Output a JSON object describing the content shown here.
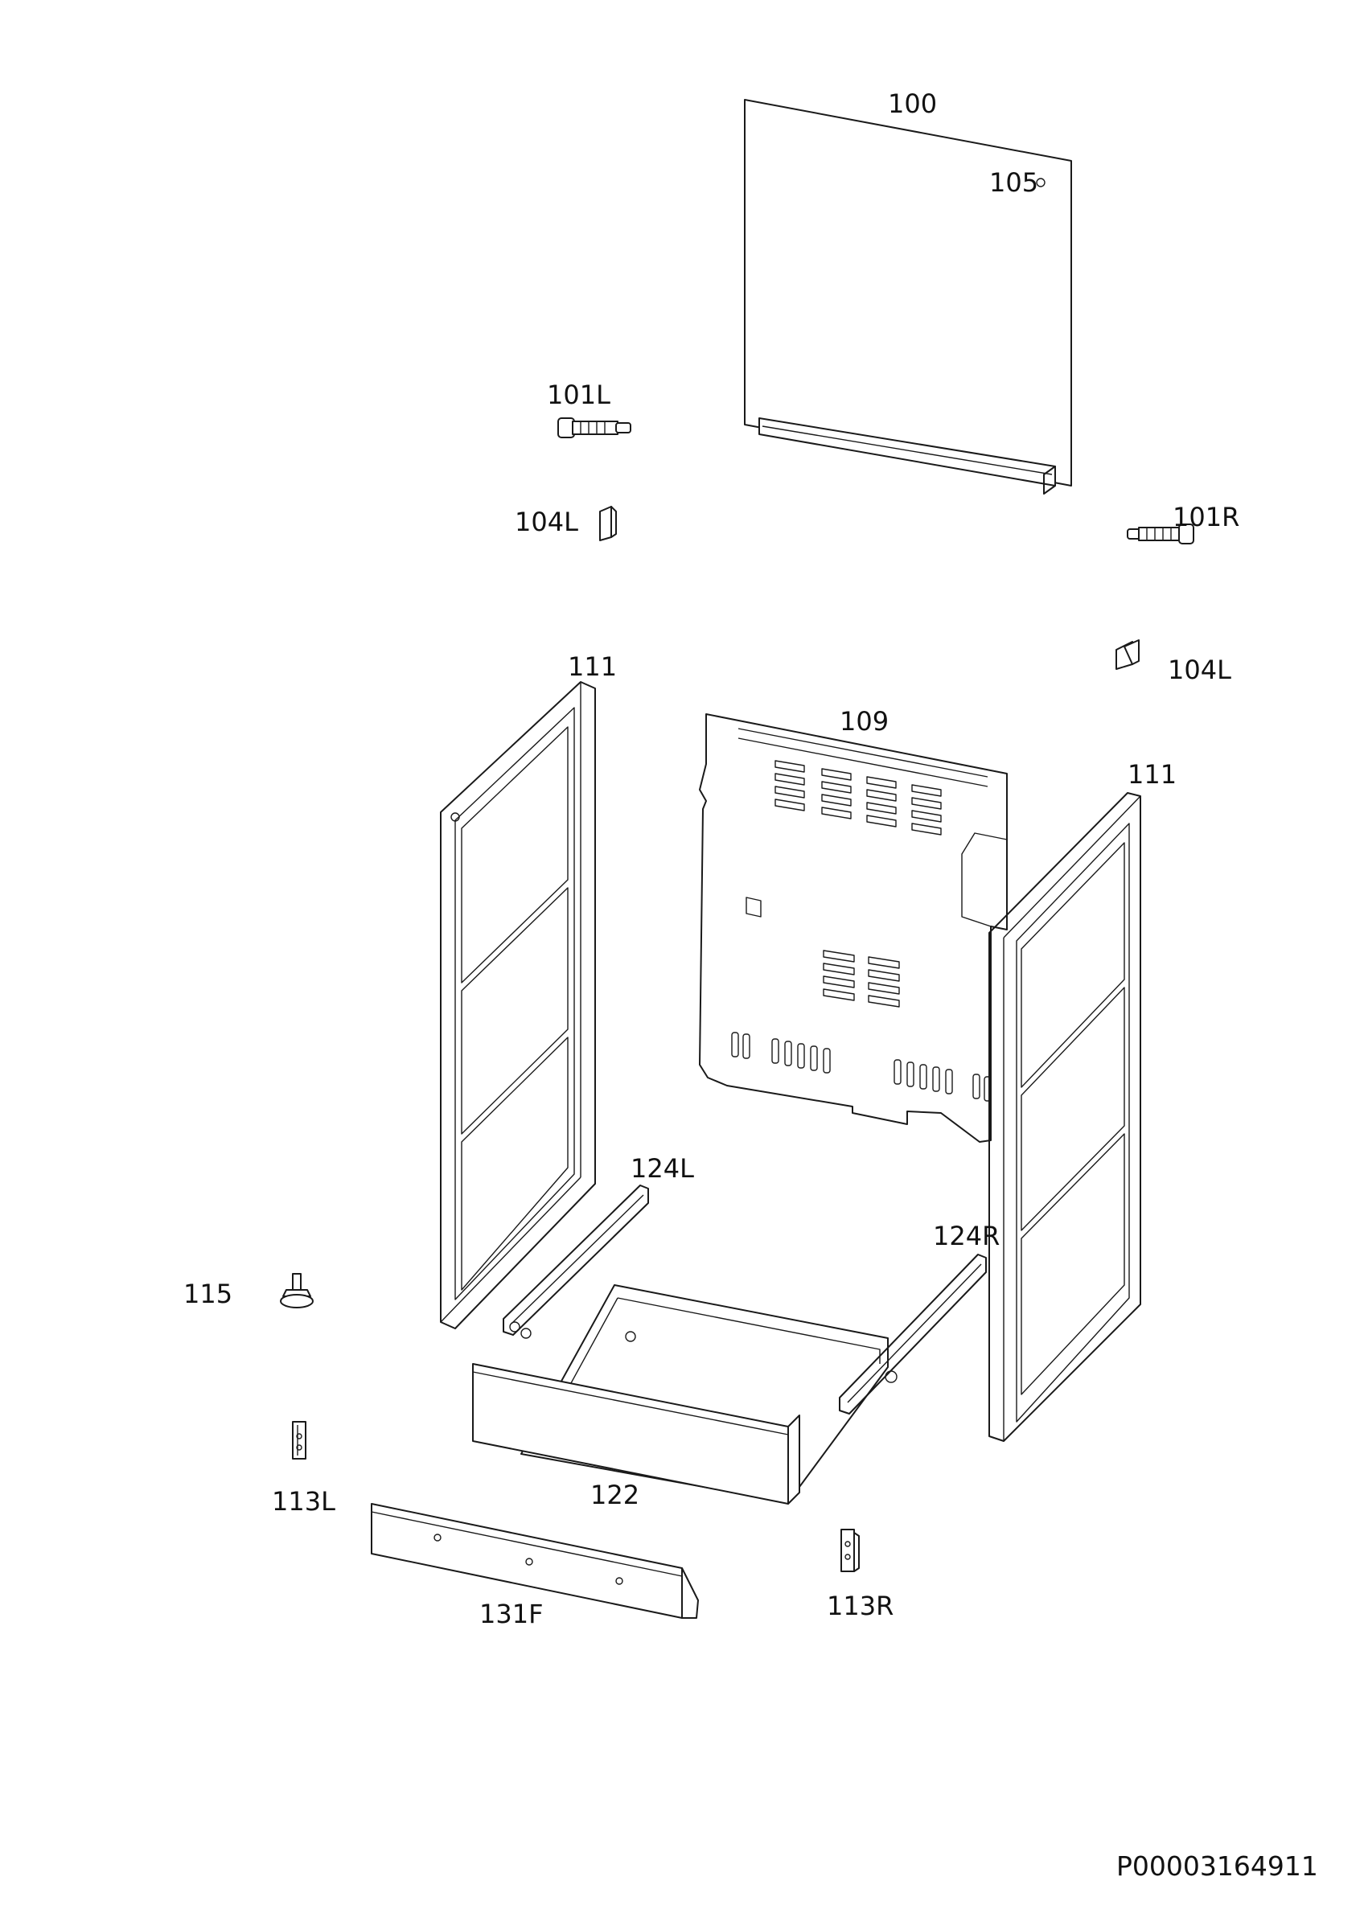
{
  "part_labels": {
    "p100": "100",
    "p105": "105",
    "p101L": "101L",
    "p104L_left": "104L",
    "p101R": "101R",
    "p104L_right": "104L",
    "p111_left": "111",
    "p109": "109",
    "p111_right": "111",
    "p124L": "124L",
    "p124R": "124R",
    "p115": "115",
    "p113L": "113L",
    "p122": "122",
    "p131F": "131F",
    "p113R": "113R"
  },
  "drawing_code": "P00003164911",
  "colors": {
    "line": "#1a1a1a",
    "background": "#ffffff"
  }
}
